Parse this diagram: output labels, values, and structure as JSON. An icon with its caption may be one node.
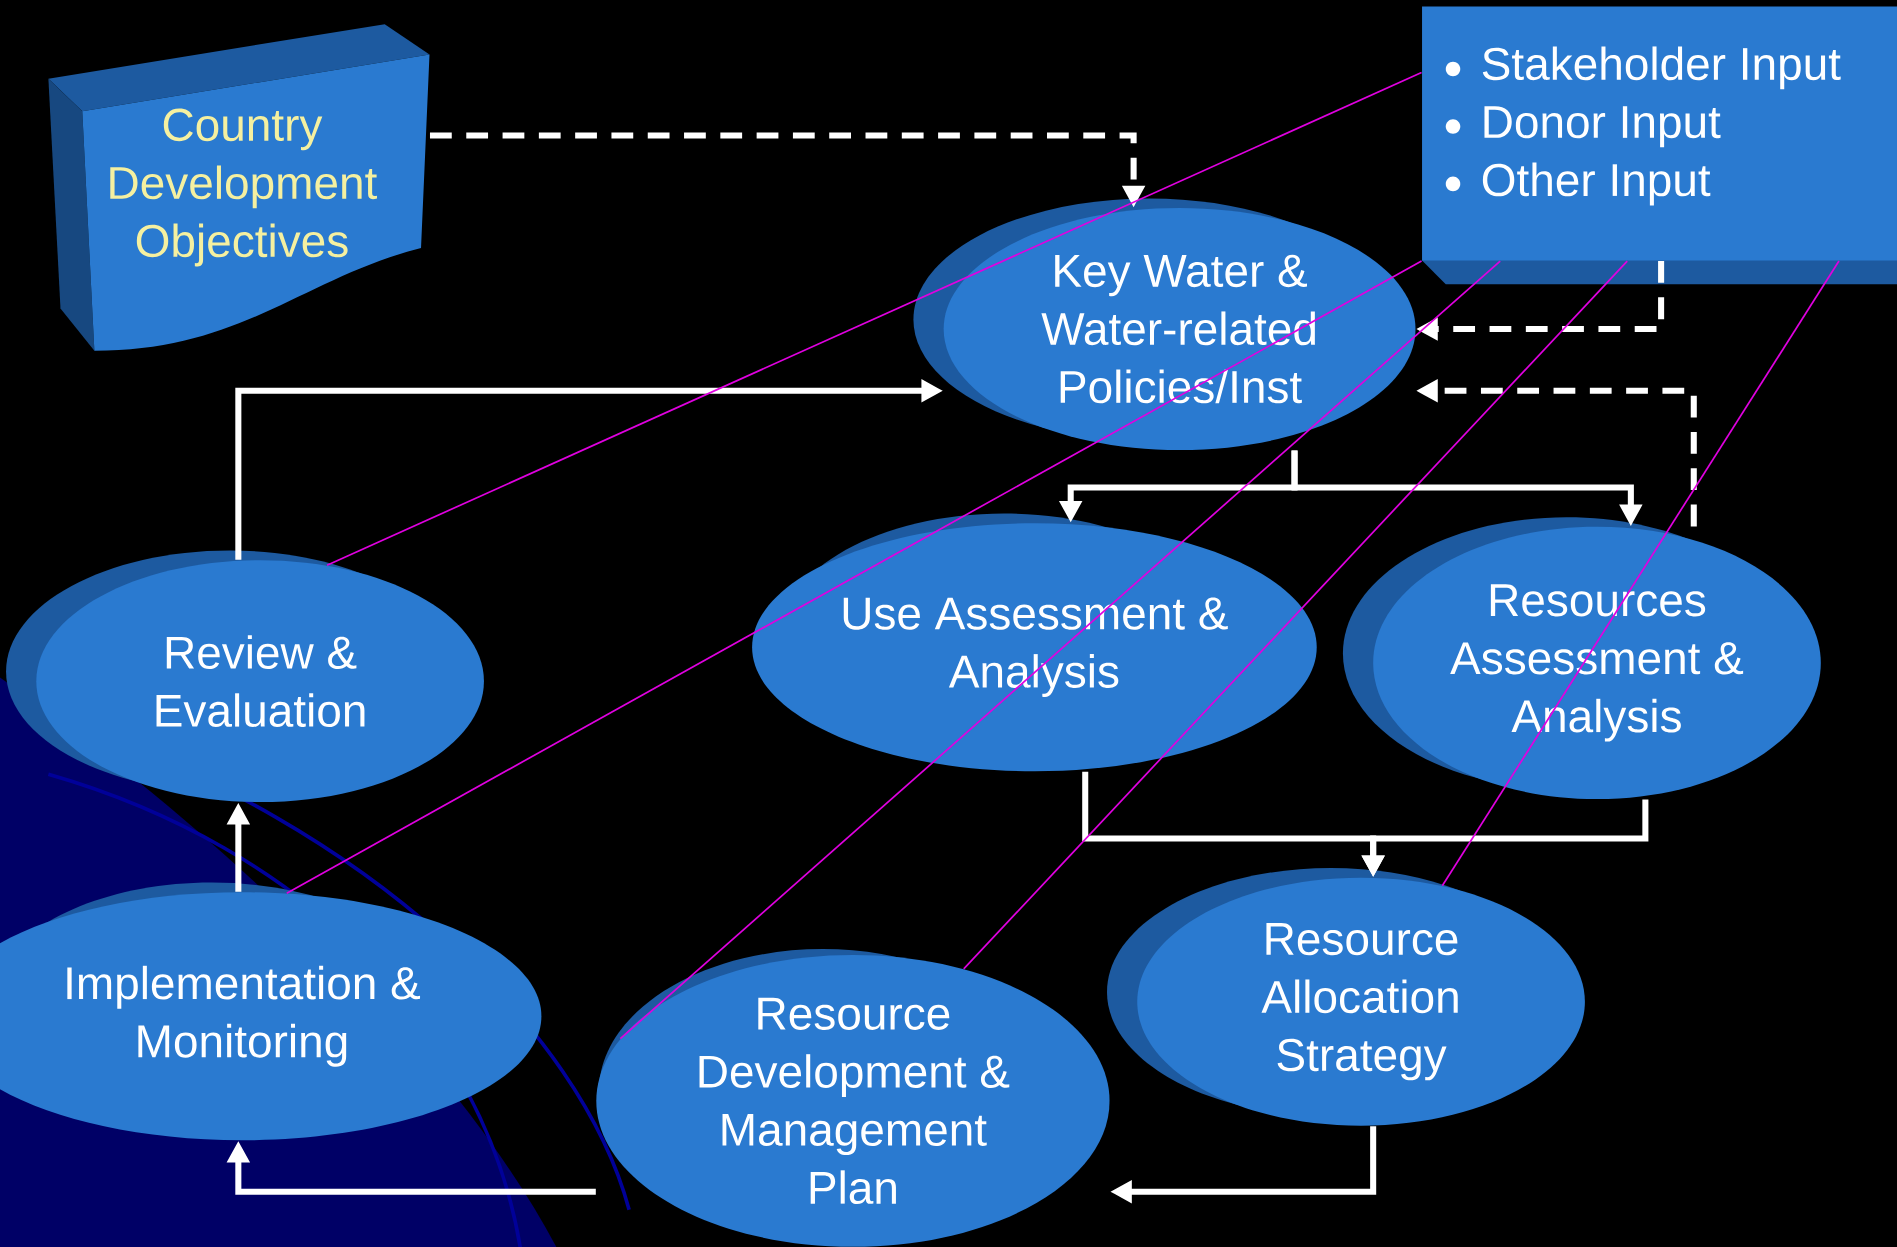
{
  "diagram": {
    "nodes": [
      {
        "text": [
          "Country Development Objectives"
        ]
      },
      {
        "text": [
          "Stakeholder Input",
          "Donor Input",
          "Other Input"
        ]
      },
      {
        "text": [
          "Key Water & Water-related Policies/Inst"
        ]
      },
      {
        "text": [
          "Review & Evaluation"
        ]
      },
      {
        "text": [
          "Use Assessment & Analysis"
        ]
      },
      {
        "text": [
          "Resources Assessment & Analysis"
        ]
      },
      {
        "text": [
          "Implementation & Monitoring"
        ]
      },
      {
        "text": [
          "Resource Development & Management Plan"
        ]
      },
      {
        "text": [
          "Resource Allocation Strategy"
        ]
      }
    ],
    "edges": [
      {
        "from": 0,
        "to": 2,
        "arrow": "to",
        "style": "dashed"
      },
      {
        "from": 1,
        "to": 2,
        "arrow": "to",
        "style": "dashed"
      },
      {
        "from": 3,
        "to": 2,
        "arrow": "to"
      },
      {
        "from": 2,
        "to": 4,
        "arrow": "to"
      },
      {
        "from": 2,
        "to": 5,
        "arrow": "to"
      },
      {
        "from": 4,
        "to": 8,
        "arrow": "to"
      },
      {
        "from": 5,
        "to": 8,
        "arrow": "to"
      },
      {
        "from": 8,
        "to": 7,
        "arrow": "to"
      },
      {
        "from": 7,
        "to": 6,
        "arrow": "to"
      },
      {
        "from": 6,
        "to": 3,
        "arrow": "to"
      },
      {
        "from": 5,
        "to": 2,
        "arrow": "to",
        "style": "dashed"
      },
      {
        "from": 1,
        "to": 3,
        "arrow": "none",
        "color": "#e000e0"
      },
      {
        "from": 1,
        "to": 6,
        "arrow": "none",
        "color": "#e000e0"
      },
      {
        "from": 1,
        "to": 7,
        "arrow": "none",
        "color": "#e000e0"
      },
      {
        "from": 1,
        "to": 7,
        "arrow": "none",
        "color": "#e000e0"
      },
      {
        "from": 1,
        "to": 8,
        "arrow": "none",
        "color": "#e000e0"
      }
    ]
  }
}
